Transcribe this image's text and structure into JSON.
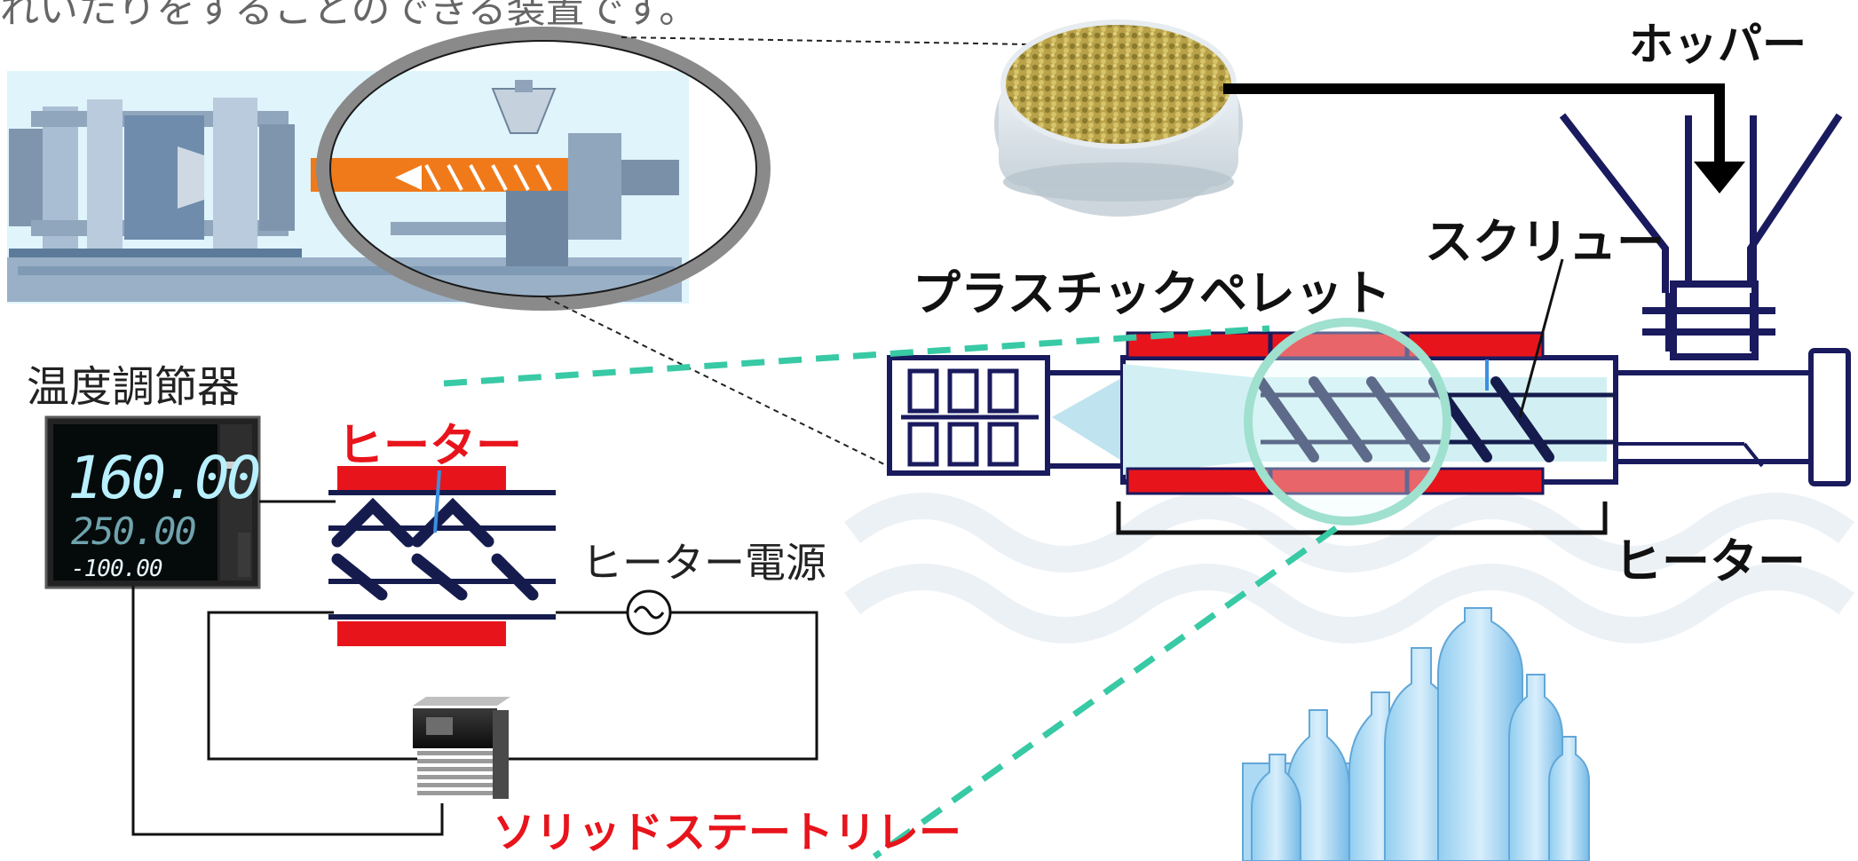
{
  "page": {
    "top_caption": "れいたりをすることのできる装置です。"
  },
  "labels": {
    "hopper": "ホッパー",
    "screw": "スクリュー",
    "plastic_pellet": "プラスチックペレット",
    "heater_main": "ヒーター",
    "temperature_controller": "温度調節器",
    "heater_red": "ヒーター",
    "heater_power": "ヒーター電源",
    "solid_state_relay": "ソリッドステートリレー"
  },
  "controller_display": {
    "pv": "160.00",
    "sv": "250.00",
    "output": "-100.00"
  },
  "colors": {
    "heater_red": "#e8141c",
    "barrel_outline": "#1a1a5e",
    "screw_navy": "#151c4d",
    "dashed_teal": "#38c9a5",
    "accent_orange": "#f07a1a",
    "machine_blue": "#9db7d1"
  }
}
